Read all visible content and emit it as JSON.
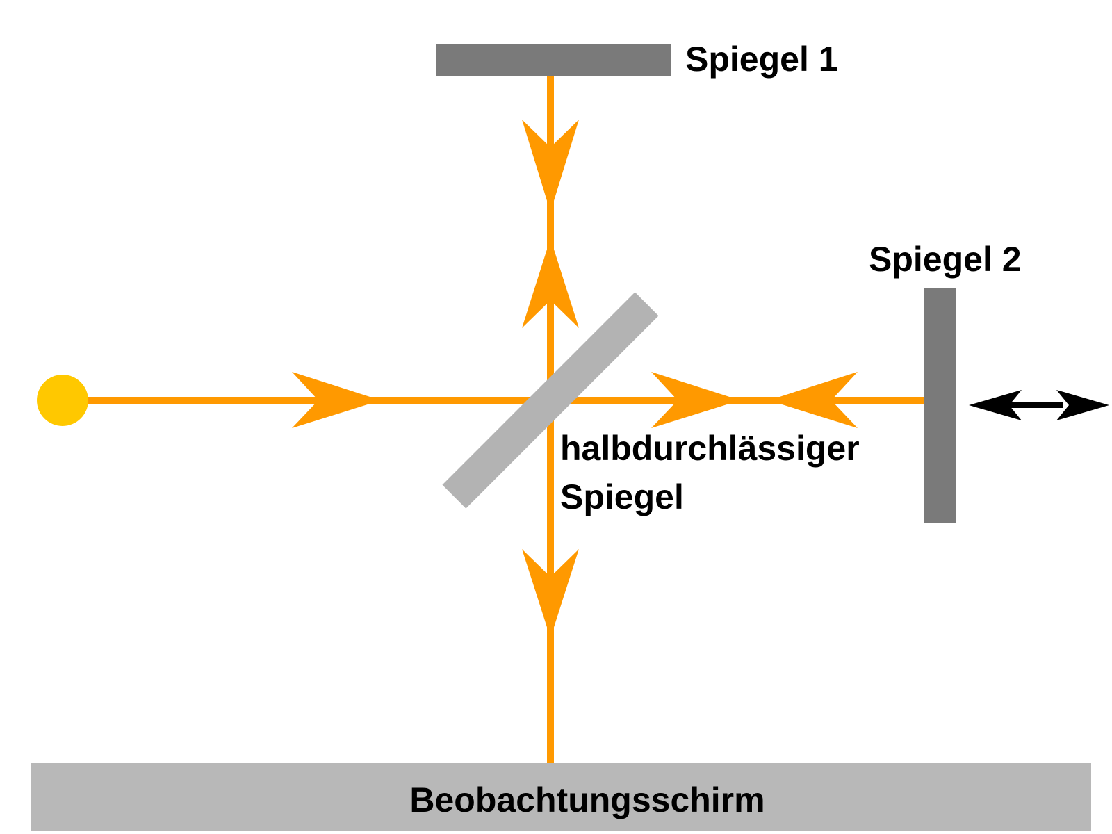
{
  "labels": {
    "mirror_1": "Spiegel 1",
    "mirror_2": "Spiegel 2",
    "beam_splitter_line1": "halbdurchlässiger",
    "beam_splitter_line2": "Spiegel",
    "screen": "Beobachtungsschirm"
  },
  "colors": {
    "beam": "#ff9900",
    "source": "#ffc800",
    "mirror": "#7a7a7a",
    "beam_splitter": "#b3b3b3",
    "screen": "#b8b8b8",
    "movement_arrow": "#000000"
  }
}
